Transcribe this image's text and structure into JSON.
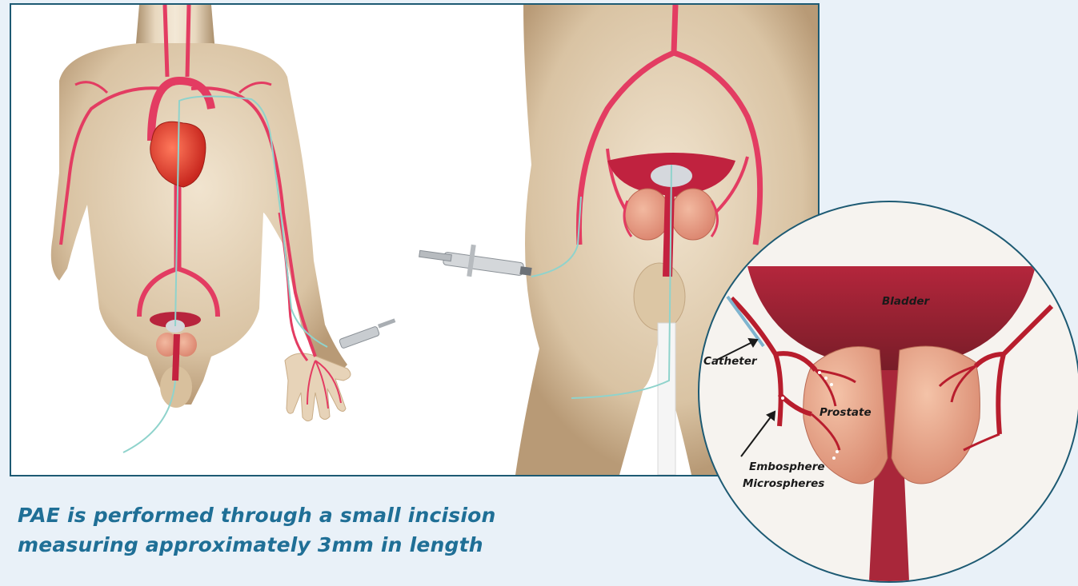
{
  "diagram": {
    "labels": {
      "bladder": "Bladder",
      "catheter": "Catheter",
      "prostate": "Prostate",
      "embosphere_line1": "Embosphere",
      "embosphere_line2": "Microspheres"
    },
    "colors": {
      "border": "#1d5a73",
      "artery": "#e33c62",
      "skin": "#e3cfb3",
      "prostate": "#e8a58d",
      "catheter": "#8fd3cc"
    },
    "icons": [
      "heart-icon",
      "syringe-icon",
      "catheter-icon"
    ]
  },
  "caption": {
    "line1": "PAE is performed through a small incision",
    "line2": "measuring approximately 3mm in length"
  }
}
